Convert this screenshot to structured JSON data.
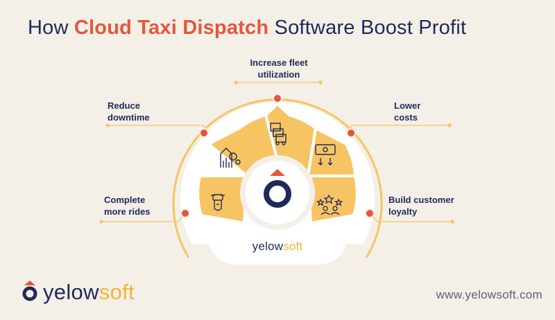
{
  "title": {
    "prefix": "How ",
    "highlight": "Cloud Taxi Dispatch",
    "suffix": " Software Boost Profit"
  },
  "benefits": [
    {
      "line1": "Increase fleet",
      "line2": "utilization",
      "icon": "delivery-trucks-icon"
    },
    {
      "line1": "Reduce",
      "line2": "downtime",
      "icon": "settings-growth-icon"
    },
    {
      "line1": "Lower",
      "line2": "costs",
      "icon": "money-down-icon"
    },
    {
      "line1": "Complete",
      "line2": "more rides",
      "icon": "scooter-icon"
    },
    {
      "line1": "Build customer",
      "line2": "loyalty",
      "icon": "customer-rating-icon"
    }
  ],
  "center": {
    "brand_main": "yelow",
    "brand_accent": "soft"
  },
  "footer": {
    "brand_main": "yelow",
    "brand_accent": "soft",
    "url": "www.yelowsoft.com"
  },
  "colors": {
    "navy": "#1e2a5a",
    "accent_red": "#e4573d",
    "brand_yellow": "#f2b536",
    "segment": "#f7c463",
    "background": "#f4efe7"
  }
}
